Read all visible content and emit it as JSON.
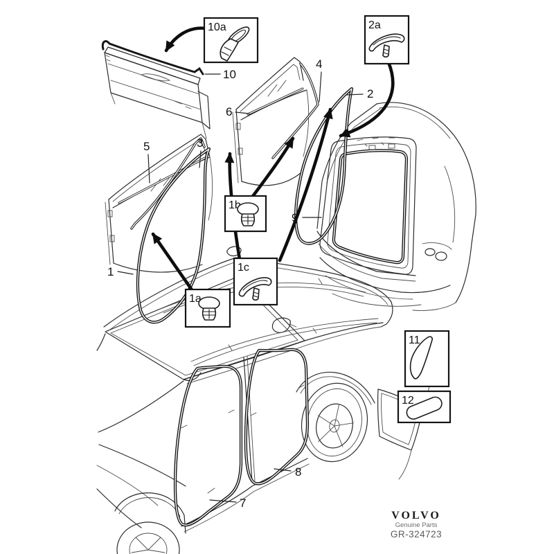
{
  "page": {
    "background": "#ffffff",
    "line_color": "#2b2b2b",
    "accent_black": "#111111"
  },
  "callouts": {
    "part_1": "1",
    "part_2": "2",
    "part_3": "3",
    "part_4": "4",
    "part_5": "5",
    "part_6": "6",
    "part_7": "7",
    "part_8": "8",
    "part_9": "9",
    "part_10": "10",
    "part_11": "11",
    "part_12": "12",
    "detail_1a": "1a",
    "detail_1b": "1b",
    "detail_1c": "1c",
    "detail_2a": "2a",
    "detail_10a": "10a"
  },
  "icons": {
    "detail_1a": "push-pin-clip-icon",
    "detail_1b": "push-pin-clip-icon",
    "detail_1c": "curved-retainer-clip-icon",
    "detail_2a": "retainer-clip-icon",
    "detail_10a": "tilted-push-pin-clip-icon",
    "box_11": "curved-seal-pad-icon",
    "box_12": "oval-gasket-icon"
  },
  "footer": {
    "brand": "VOLVO",
    "tagline": "Genuine Parts",
    "drawing_ref": "GR-324723"
  }
}
